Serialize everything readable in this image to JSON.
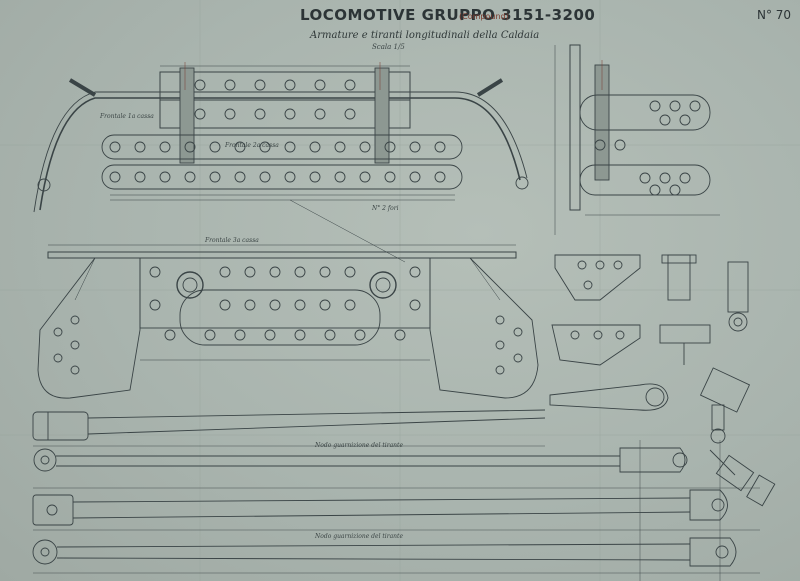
{
  "sheet": {
    "title": "LOCOMOTIVE  GRUPPO  3151-3200",
    "title_note": "(Compound)",
    "subtitle": "Armature e tiranti longitudinali della Caldaia",
    "scale": "Scala 1/5",
    "plate_number": "N° 70"
  },
  "annotations": {
    "frontale_top": "Frontale 1a cassa",
    "frontale_mid": "Frontale 2a cassa",
    "frontale_lower": "Frontale 3a cassa",
    "diagonal_note": "N° 2 fori",
    "rod_note_1": "Nodo guarnizione del tirante",
    "rod_note_2": "Nodo guarnizione del tirante"
  },
  "colors": {
    "paper": "#a9b4ae",
    "ink": "#3a4446",
    "red_ink": "#7a3b2e"
  }
}
